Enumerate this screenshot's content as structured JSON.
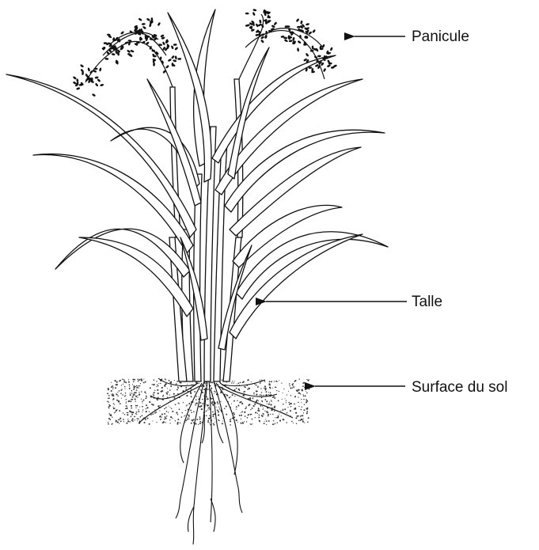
{
  "diagram": {
    "labels": {
      "panicle": "Panicule",
      "tiller": "Talle",
      "soil_surface": "Surface du sol"
    },
    "colors": {
      "ink": "#111111",
      "background": "#ffffff",
      "soil_dots": "#333333"
    }
  }
}
